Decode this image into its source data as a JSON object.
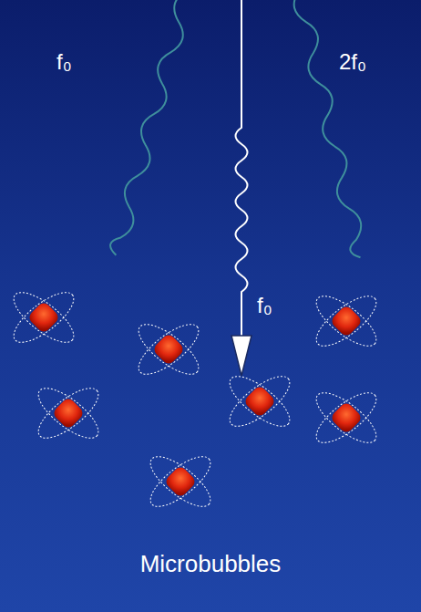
{
  "diagram": {
    "labels": [
      "f₀",
      "2f₀",
      "f₀",
      "Microbubbles"
    ]
  }
}
